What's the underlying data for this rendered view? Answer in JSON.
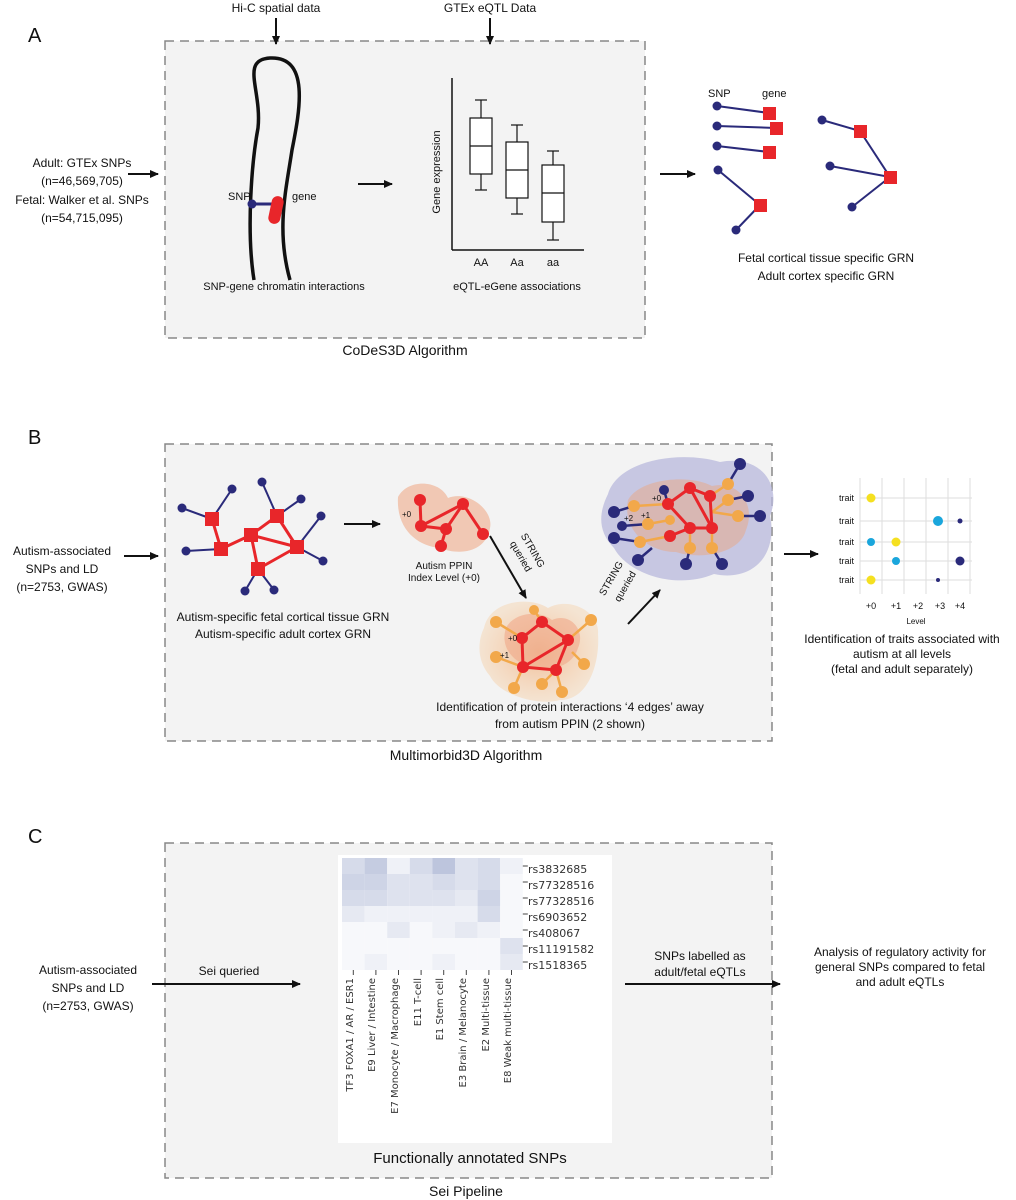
{
  "panel_a": {
    "letter": "A",
    "hic_label": "Hi-C spatial data",
    "gtex_label": "GTEx eQTL Data",
    "input_line1": "Adult: GTEx SNPs",
    "input_line2": "(n=46,569,705)",
    "input_line3": "Fetal: Walker et al. SNPs",
    "input_line4": "(n=54,715,095)",
    "snp_label": "SNP",
    "gene_label": "gene",
    "chromatin_caption": "SNP-gene chromatin interactions",
    "y_axis": "Gene expression",
    "genotypes": [
      "AA",
      "Aa",
      "aa"
    ],
    "eqtl_caption": "eQTL-eGene associations",
    "grn_snp": "SNP",
    "grn_gene": "gene",
    "grn_caption1": "Fetal cortical tissue specific GRN",
    "grn_caption2": "Adult cortex specific GRN",
    "algorithm": "CoDeS3D Algorithm"
  },
  "panel_b": {
    "letter": "B",
    "input_line1": "Autism-associated",
    "input_line2": "SNPs and LD",
    "input_line3": "(n=2753, GWAS)",
    "grn_caption1": "Autism-specific fetal cortical tissue GRN",
    "grn_caption2": "Autism-specific adult cortex GRN",
    "ppin_label1": "Autism PPIN",
    "ppin_label2": "Index Level (+0)",
    "level0": "+0",
    "level1": "+1",
    "level2": "+2",
    "string1a": "STRING",
    "string1b": "queried",
    "string2a": "STRING",
    "string2b": "queried",
    "interaction_caption1": "Identification of protein interactions ‘4 edges’ away",
    "interaction_caption2": "from autism PPIN (2 shown)",
    "trait_rows": [
      "trait",
      "trait",
      "trait",
      "trait",
      "trait"
    ],
    "levels": [
      "+0",
      "+1",
      "+2",
      "+3",
      "+4"
    ],
    "level_axis": "Level",
    "traits_caption1": "Identification of traits associated with",
    "traits_caption2": "autism at all levels",
    "traits_caption3": "(fetal and adult separately)",
    "algorithm": "Multimorbid3D Algorithm"
  },
  "panel_c": {
    "letter": "C",
    "input_line1": "Autism-associated",
    "input_line2": "SNPs and LD",
    "input_line3": "(n=2753, GWAS)",
    "sei_queried": "Sei queried",
    "snps": [
      "rs3832685",
      "rs77328516",
      "rs77328516",
      "rs6903652",
      "rs408067",
      "rs11191582",
      "rs1518365"
    ],
    "classes": [
      "TF3 FOXA1 / AR / ESR1",
      "E9 Liver / Intestine",
      "E7 Monocyte / Macrophage",
      "E11 T-cell",
      "E1 Stem cell",
      "E3 Brain / Melanocyte",
      "E2 Multi-tissue",
      "E8 Weak multi-tissue"
    ],
    "labelled1": "SNPs labelled as",
    "labelled2": "adult/fetal eQTLs",
    "analysis1": "Analysis of regulatory activity for",
    "analysis2": "general SNPs compared to fetal",
    "analysis3": "and adult eQTLs",
    "heatmap_caption": "Functionally annotated SNPs",
    "pipeline": "Sei Pipeline"
  },
  "colors": {
    "red": "#e8262a",
    "navy": "#2a2a7a",
    "orange": "#f2a84a",
    "yellow": "#f5e020",
    "cyan": "#1aa6dc",
    "panel_bg": "#f3f3f3"
  }
}
